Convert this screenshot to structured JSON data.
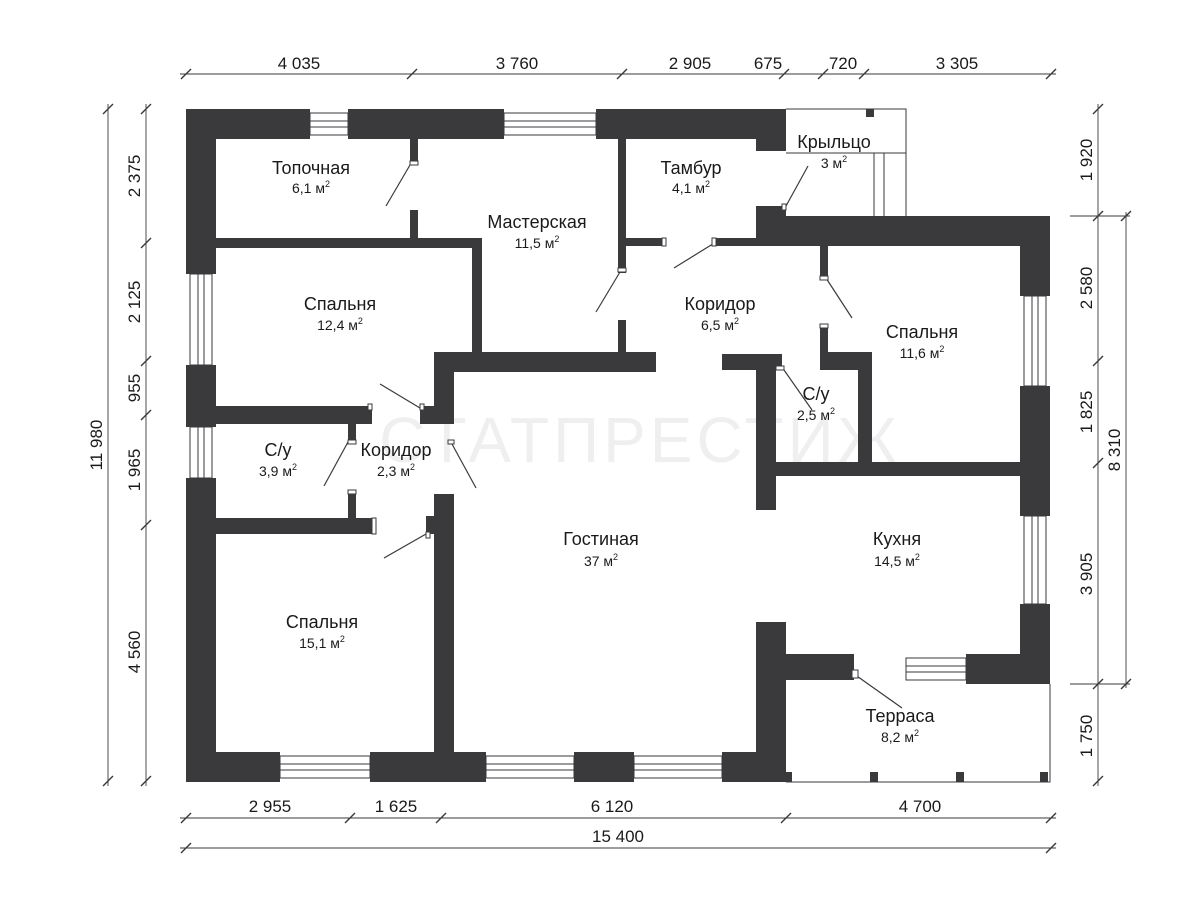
{
  "area_unit": "м",
  "area_power": "2",
  "watermark": "СТАТПРЕСТИЖ",
  "rooms": [
    {
      "id": "topochnaya",
      "name": "Топочная",
      "area": "6,1"
    },
    {
      "id": "masterskaya",
      "name": "Мастерская",
      "area": "11,5"
    },
    {
      "id": "tambur",
      "name": "Тамбур",
      "area": "4,1"
    },
    {
      "id": "krylco",
      "name": "Крыльцо",
      "area": "3"
    },
    {
      "id": "spalnya-1",
      "name": "Спальня",
      "area": "12,4"
    },
    {
      "id": "koridor-1",
      "name": "Коридор",
      "area": "6,5"
    },
    {
      "id": "spalnya-2",
      "name": "Спальня",
      "area": "11,6"
    },
    {
      "id": "su-1",
      "name": "С/у",
      "area": "2,5"
    },
    {
      "id": "su-2",
      "name": "С/у",
      "area": "3,9"
    },
    {
      "id": "koridor-2",
      "name": "Коридор",
      "area": "2,3"
    },
    {
      "id": "gostinaya",
      "name": "Гостиная",
      "area": "37"
    },
    {
      "id": "kuhnya",
      "name": "Кухня",
      "area": "14,5"
    },
    {
      "id": "spalnya-3",
      "name": "Спальня",
      "area": "15,1"
    },
    {
      "id": "terrasa",
      "name": "Терраса",
      "area": "8,2"
    }
  ],
  "dimensions": {
    "top": [
      "4 035",
      "3 760",
      "2 905",
      "675",
      "720",
      "3 305"
    ],
    "bottom": [
      "2 955",
      "1 625",
      "6 120",
      "4 700"
    ],
    "total_width": "15 400",
    "left": [
      "2 375",
      "2 125",
      "955",
      "1 965",
      "4 560"
    ],
    "total_height": "11 980",
    "right": [
      "1 920",
      "2 580",
      "1 825",
      "3 905",
      "1 750"
    ],
    "right_total": "8 310"
  }
}
